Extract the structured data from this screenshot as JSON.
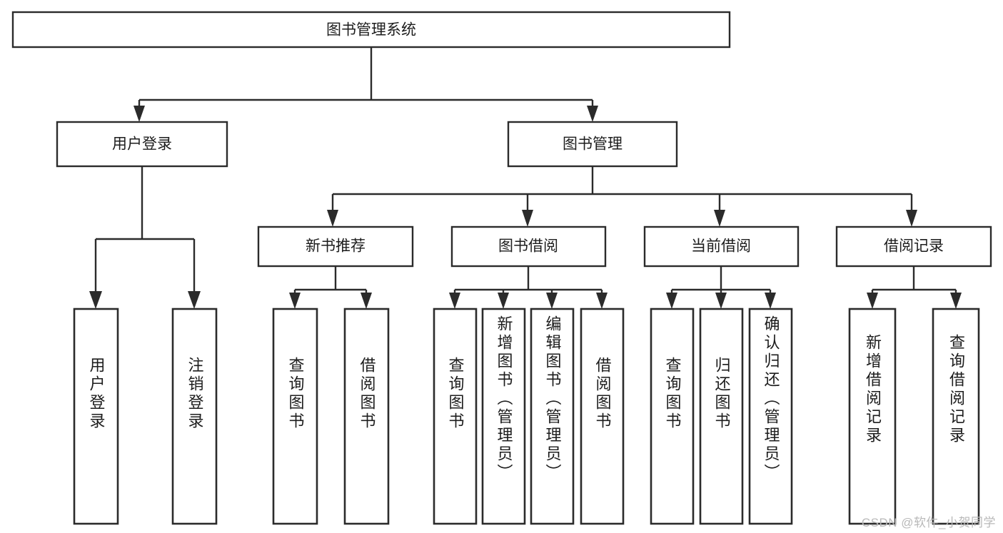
{
  "diagram": {
    "type": "tree",
    "title": "图书管理系统",
    "orientation": "top-down",
    "colors": {
      "background": "#ffffff",
      "stroke": "#2b2b2b",
      "text": "#1c1c1c",
      "watermark": "#b9b9b9"
    },
    "root": {
      "label": "图书管理系统"
    },
    "level2": [
      {
        "label": "用户登录"
      },
      {
        "label": "图书管理"
      }
    ],
    "level3": [
      {
        "label": "新书推荐"
      },
      {
        "label": "图书借阅"
      },
      {
        "label": "当前借阅"
      },
      {
        "label": "借阅记录"
      }
    ],
    "leaves": {
      "user_login": [
        {
          "label": "用户登录"
        },
        {
          "label": "注销登录"
        }
      ],
      "new_book_recommend": [
        {
          "label": "查询图书"
        },
        {
          "label": "借阅图书"
        }
      ],
      "book_borrow": [
        {
          "label": "查询图书"
        },
        {
          "label": "新增图书（管理员）"
        },
        {
          "label": "编辑图书（管理员）"
        },
        {
          "label": "借阅图书"
        }
      ],
      "current_borrow": [
        {
          "label": "查询图书"
        },
        {
          "label": "归还图书"
        },
        {
          "label": "确认归还（管理员）"
        }
      ],
      "borrow_record": [
        {
          "label": "新增借阅记录"
        },
        {
          "label": "查询借阅记录"
        }
      ]
    },
    "watermark": "CSDN @软件_小贺同学"
  }
}
